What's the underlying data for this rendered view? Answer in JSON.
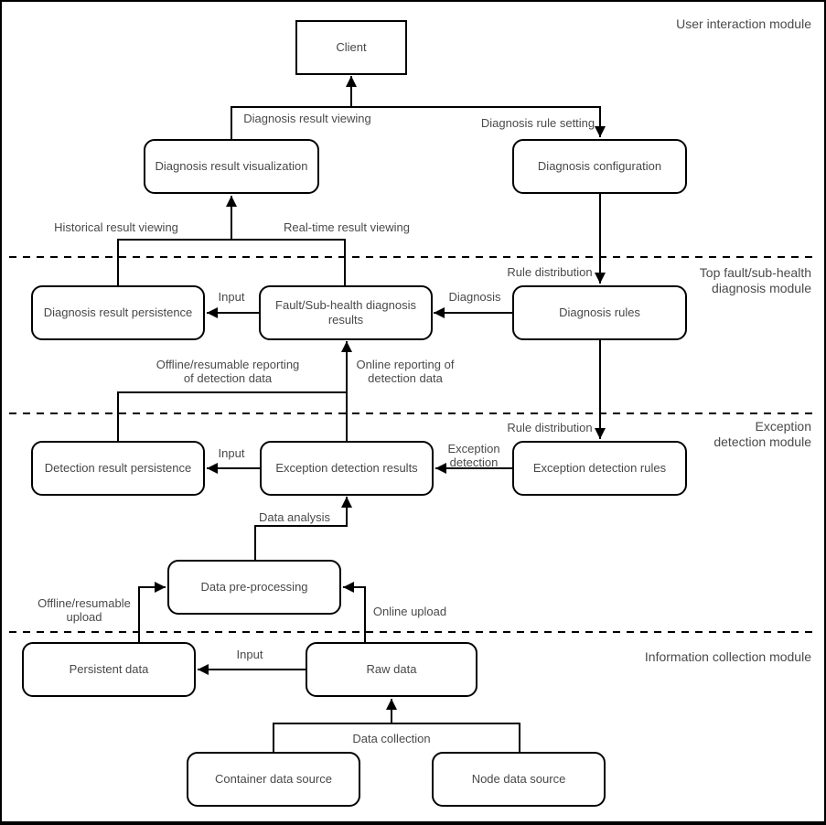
{
  "modules": {
    "user_interaction": "User interaction module",
    "top_fault": {
      "lines": [
        "Top fault/sub-health",
        "diagnosis module"
      ]
    },
    "exception_detection": {
      "lines": [
        "Exception",
        "detection module"
      ]
    },
    "information_collection": "Information collection module"
  },
  "nodes": {
    "client": "Client",
    "diagnosis_result_visualization": "Diagnosis result visualization",
    "diagnosis_configuration": "Diagnosis configuration",
    "diagnosis_result_persistence": "Diagnosis result persistence",
    "fault_subhealth_results": {
      "lines": [
        "Fault/Sub-health diagnosis",
        "results"
      ]
    },
    "diagnosis_rules": "Diagnosis rules",
    "detection_result_persistence": "Detection result persistence",
    "exception_detection_results": "Exception detection results",
    "exception_detection_rules": "Exception detection rules",
    "data_preprocessing": "Data pre-processing",
    "persistent_data": "Persistent data",
    "raw_data": "Raw data",
    "container_data_source": "Container data source",
    "node_data_source": "Node data source"
  },
  "edge_labels": {
    "diagnosis_result_viewing": "Diagnosis result viewing",
    "diagnosis_rule_setting": "Diagnosis rule setting",
    "historical_result_viewing": "Historical result viewing",
    "realtime_result_viewing": "Real-time result viewing",
    "rule_distribution_top": "Rule distribution",
    "input_diagnosis": "Input",
    "diagnosis": "Diagnosis",
    "offline_reporting": {
      "lines": [
        "Offline/resumable reporting",
        "of detection data"
      ]
    },
    "online_reporting": {
      "lines": [
        "Online reporting of",
        "detection data"
      ]
    },
    "rule_distribution_exception": "Rule distribution",
    "input_detection": "Input",
    "exception_detection": {
      "lines": [
        "Exception",
        "detection"
      ]
    },
    "data_analysis": "Data analysis",
    "offline_upload": {
      "lines": [
        "Offline/resumable",
        "upload"
      ]
    },
    "online_upload": "Online upload",
    "input_raw": "Input",
    "data_collection": "Data collection"
  },
  "colors": {
    "line": "#000000",
    "text": "#4a4a4a",
    "background": "#ffffff"
  }
}
